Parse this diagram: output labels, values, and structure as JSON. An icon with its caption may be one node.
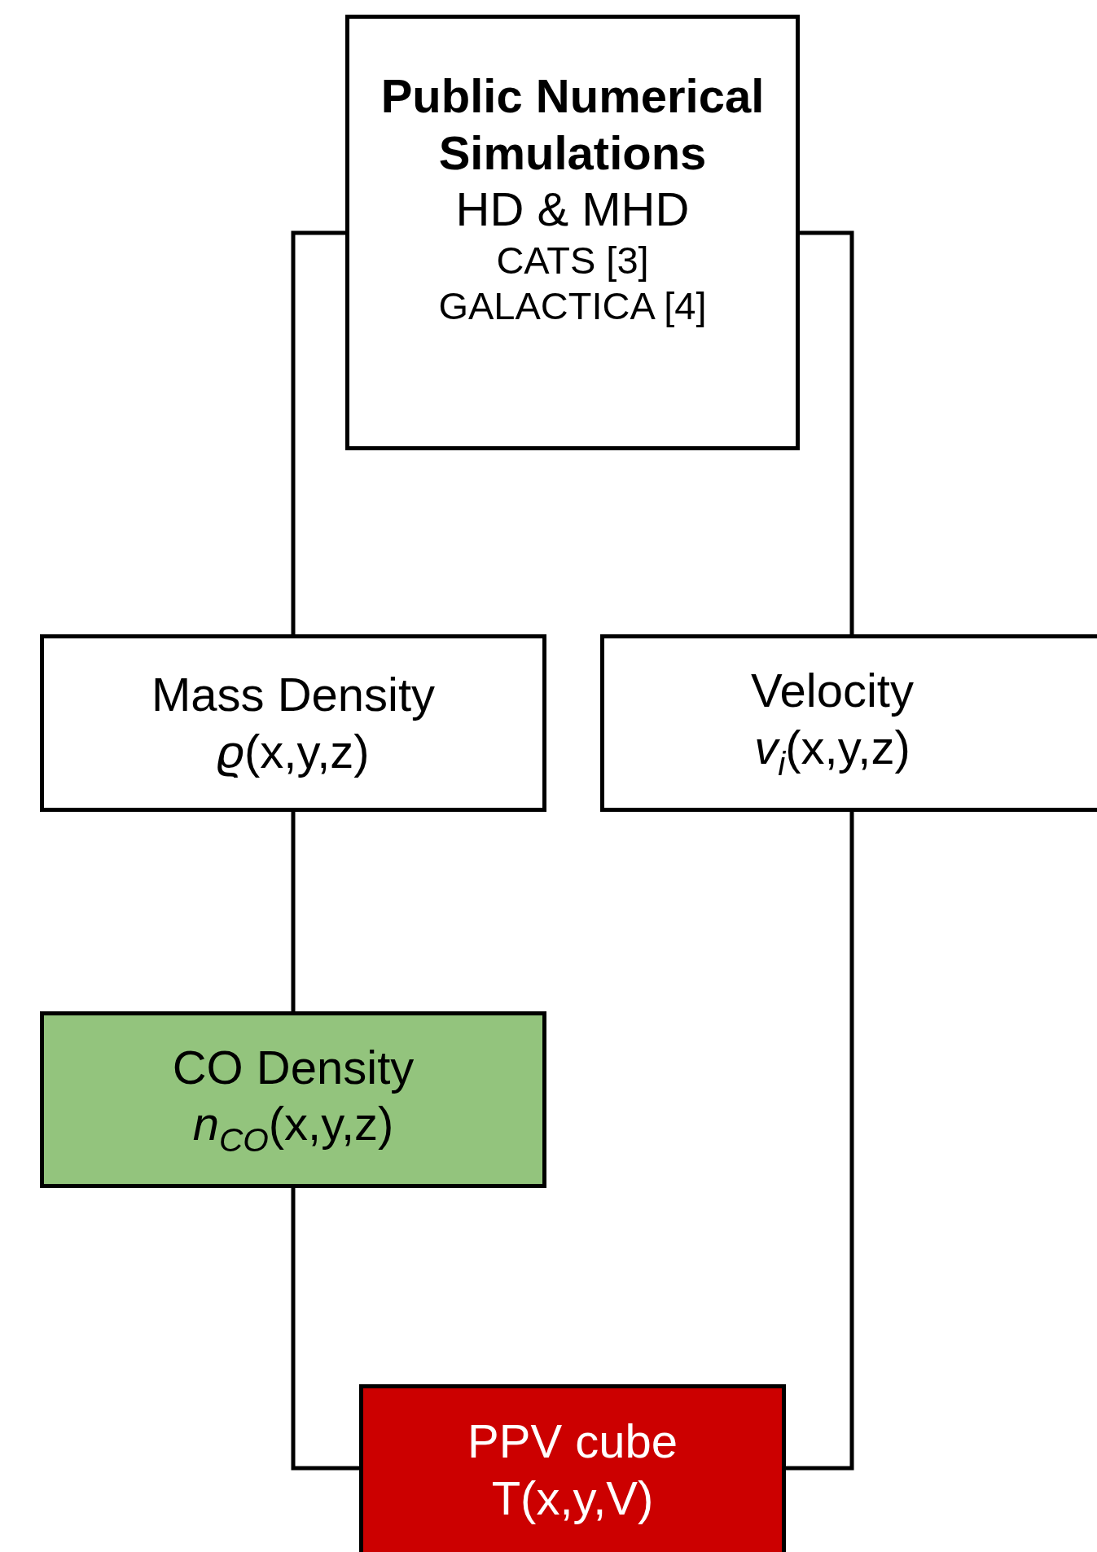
{
  "diagram": {
    "nodes": [
      {
        "text": [
          "Public Numerical Simulations",
          "HD & MHD",
          "CATS [3]",
          "GALACTICA [4]"
        ]
      },
      {
        "text": [
          "Mass Density",
          "*ϱ*(x,y,z)"
        ]
      },
      {
        "text": [
          "Velocity",
          "*v*$_{i}$(x,y,z)"
        ]
      },
      {
        "text": [
          "CO Density",
          "*n*$_{CO}$(x,y,z)"
        ]
      },
      {
        "text": [
          "PPV cube",
          "T(x,y,V)"
        ]
      }
    ],
    "edges": [
      {
        "from": 0,
        "to": 1,
        "arrow": "none"
      },
      {
        "from": 0,
        "to": 2,
        "arrow": "none"
      },
      {
        "from": 1,
        "to": 3,
        "arrow": "none"
      },
      {
        "from": 3,
        "to": 4,
        "arrow": "none"
      },
      {
        "from": 2,
        "to": 4,
        "arrow": "none"
      }
    ]
  }
}
